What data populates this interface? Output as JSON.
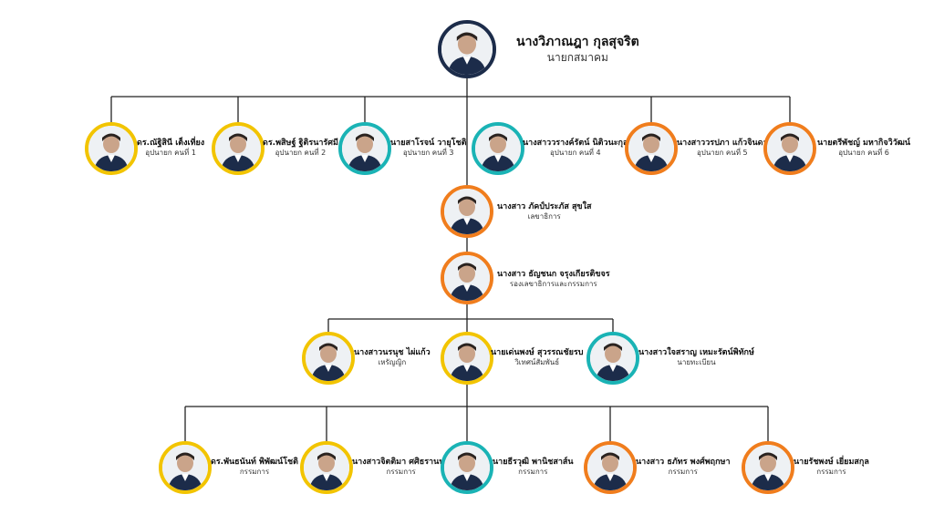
{
  "colors": {
    "line": "#222222",
    "yellow": "#f2c400",
    "teal": "#1ab3b5",
    "orange": "#f07d1d",
    "navy": "#1c2c4a"
  },
  "president": {
    "name": "นางวิภาณฎา กุลสุจริต",
    "role": "นายกสมาคม"
  },
  "vice_presidents": [
    {
      "name": "ดร.ณัฐิสินี เต็งเที่ยง",
      "role": "อุปนายก คนที่ 1"
    },
    {
      "name": "ดร.พสิษฐ์ ฐิติรนารัศมี",
      "role": "อุปนายก คนที่ 2"
    },
    {
      "name": "นายสาโรจน์ วายุโชติ",
      "role": "อุปนายก คนที่ 3"
    },
    {
      "name": "นางสาววรางค์รัตน์ นิติวนะกุล",
      "role": "อุปนายก คนที่ 4"
    },
    {
      "name": "นางสาววรปภา แก้วจินดา",
      "role": "อุปนายก คนที่ 5"
    },
    {
      "name": "นายตรีพัชญ์ มหากิจวิวัฒน์",
      "role": "อุปนายก คนที่ 6"
    }
  ],
  "secretary": {
    "name": "นางสาว ภัคป์ประภัส สุขใส",
    "role": "เลขาธิการ"
  },
  "deputy_secretary": {
    "name": "นางสาว ธัญชนก จรุงเกียรติขจร",
    "role": "รองเลขาธิการและกรรมการ"
  },
  "officers": [
    {
      "name": "นางสาวนรนุช ไผ่แก้ว",
      "role": "เหรัญญิก"
    },
    {
      "name": "นายเด่นพงษ์ สุวรรณชัยรบ",
      "role": "วิเทศน์สัมพันธ์"
    },
    {
      "name": "นางสาวใจสราญ เหมะรัตน์พิทักษ์",
      "role": "นายทะเบียน"
    }
  ],
  "committee": [
    {
      "name": "ดร.พันธนันท์ พิพัฒน์โชติ",
      "role": "กรรมการ"
    },
    {
      "name": "นางสาวจิตติมา ศศิธรานนท์",
      "role": "กรรมการ"
    },
    {
      "name": "นายธีรวุฒิ พานิชสาส์น",
      "role": "กรรมการ"
    },
    {
      "name": "นางสาว ธภัทร พงศ์พฤกษา",
      "role": "กรรมการ"
    },
    {
      "name": "นายรัชพงษ์ เยี่ยมสกุล",
      "role": "กรรมการ"
    }
  ]
}
